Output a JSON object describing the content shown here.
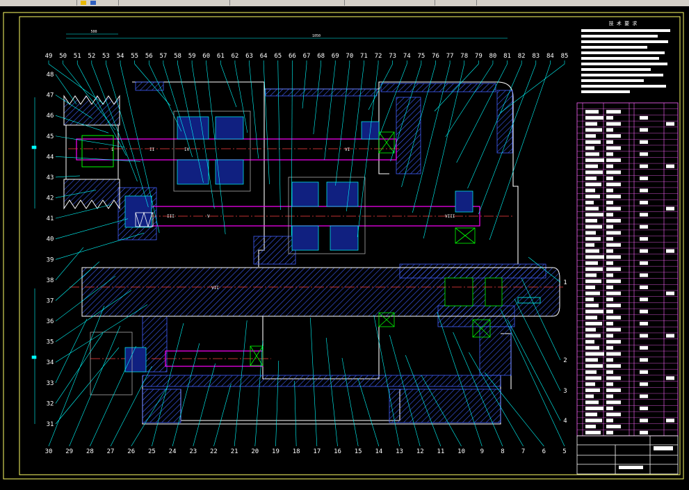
{
  "title_block": {
    "heading": "技 术 要 求"
  },
  "part_numbers_top": [
    "49",
    "50",
    "51",
    "52",
    "53",
    "54",
    "55",
    "56",
    "57",
    "58",
    "59",
    "60",
    "61",
    "62",
    "63",
    "64",
    "65",
    "66",
    "67",
    "68",
    "69",
    "70",
    "71",
    "72",
    "73",
    "74",
    "75",
    "76",
    "77",
    "78",
    "79",
    "80",
    "81",
    "82",
    "83",
    "84",
    "85"
  ],
  "part_numbers_left": [
    "48",
    "47",
    "46",
    "45",
    "44",
    "43",
    "42",
    "41",
    "40",
    "39",
    "38",
    "37",
    "36",
    "35",
    "34",
    "33",
    "32",
    "31"
  ],
  "part_numbers_bottom": [
    "30",
    "29",
    "28",
    "27",
    "26",
    "25",
    "24",
    "23",
    "22",
    "21",
    "20",
    "19",
    "18",
    "17",
    "16",
    "15",
    "14",
    "13",
    "12",
    "11",
    "10",
    "9",
    "8",
    "7",
    "6",
    "5"
  ],
  "part_numbers_right": [
    "1",
    "2",
    "3",
    "4"
  ],
  "shaft_labels": [
    "I",
    "II",
    "III",
    "IV",
    "V",
    "VI",
    "VII",
    "VIII"
  ],
  "dimension_labels": [
    "1050",
    "500"
  ],
  "colors": {
    "frame": "#ffff66",
    "shaft": "#ff00ff",
    "hatch": "#4060ff",
    "leader": "#00ffff",
    "center": "#ff4040",
    "housing": "#ffffff",
    "green": "#00ff00",
    "table": "#ff66ff"
  }
}
